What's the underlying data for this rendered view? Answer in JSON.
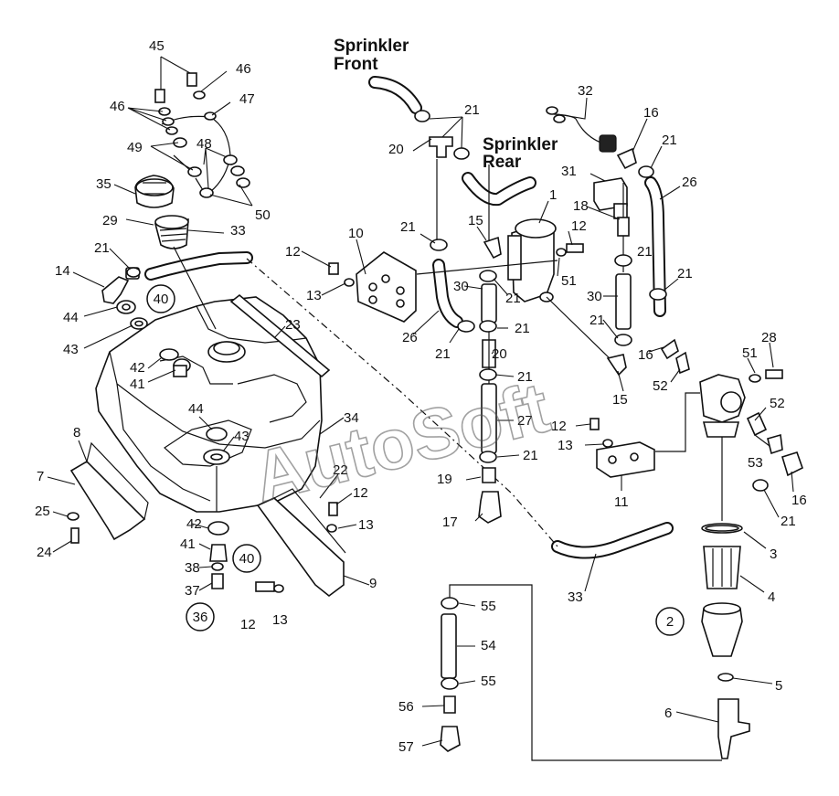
{
  "titles": {
    "sprinkler_front_l1": "Sprinkler",
    "sprinkler_front_l2": "Front",
    "sprinkler_rear_l1": "Sprinkler",
    "sprinkler_rear_l2": "Rear"
  },
  "watermark": "AutoSoft",
  "callouts": {
    "c45": "45",
    "c46a": "46",
    "c46b": "46",
    "c47": "47",
    "c48": "48",
    "c49": "49",
    "c35": "35",
    "c29": "29",
    "c50": "50",
    "c33a": "33",
    "c21a": "21",
    "c14": "14",
    "c40a": "40",
    "c44a": "44",
    "c43a": "43",
    "c42a": "42",
    "c41a": "41",
    "c23": "23",
    "c44b": "44",
    "c43b": "43",
    "c34": "34",
    "c8": "8",
    "c7": "7",
    "c25": "25",
    "c24": "24",
    "c22": "22",
    "c12a": "12",
    "c13a": "13",
    "c42b": "42",
    "c41b": "41",
    "c38": "38",
    "c37": "37",
    "c40b": "40",
    "c36": "36",
    "c9": "9",
    "c12b": "12",
    "c13b": "13",
    "c10": "10",
    "c12c": "12",
    "c13c": "13",
    "c26a": "26",
    "c21b": "21",
    "c20a": "20",
    "c21c": "21",
    "c15a": "15",
    "c1": "1",
    "c12d": "12",
    "c51a": "51",
    "c21d": "21",
    "c30a": "30",
    "c21e": "21",
    "c21f": "21",
    "c21g": "21",
    "c20b": "20",
    "c21h": "21",
    "c27": "27",
    "c21i": "21",
    "c19": "19",
    "c17": "17",
    "c12e": "12",
    "c13d": "13",
    "c11": "11",
    "c32": "32",
    "c16a": "16",
    "c21j": "21",
    "c31": "31",
    "c18": "18",
    "c26b": "26",
    "c21k": "21",
    "c30b": "30",
    "c21l": "21",
    "c15b": "15",
    "c16b": "16",
    "c52a": "52",
    "c51b": "51",
    "c28": "28",
    "c52b": "52",
    "c53": "53",
    "c16c": "16",
    "c21m": "21",
    "c3": "3",
    "c4": "4",
    "c33b": "33",
    "c2": "2",
    "c5": "5",
    "c6": "6",
    "c55a": "55",
    "c54": "54",
    "c55b": "55",
    "c56": "56",
    "c57": "57"
  }
}
